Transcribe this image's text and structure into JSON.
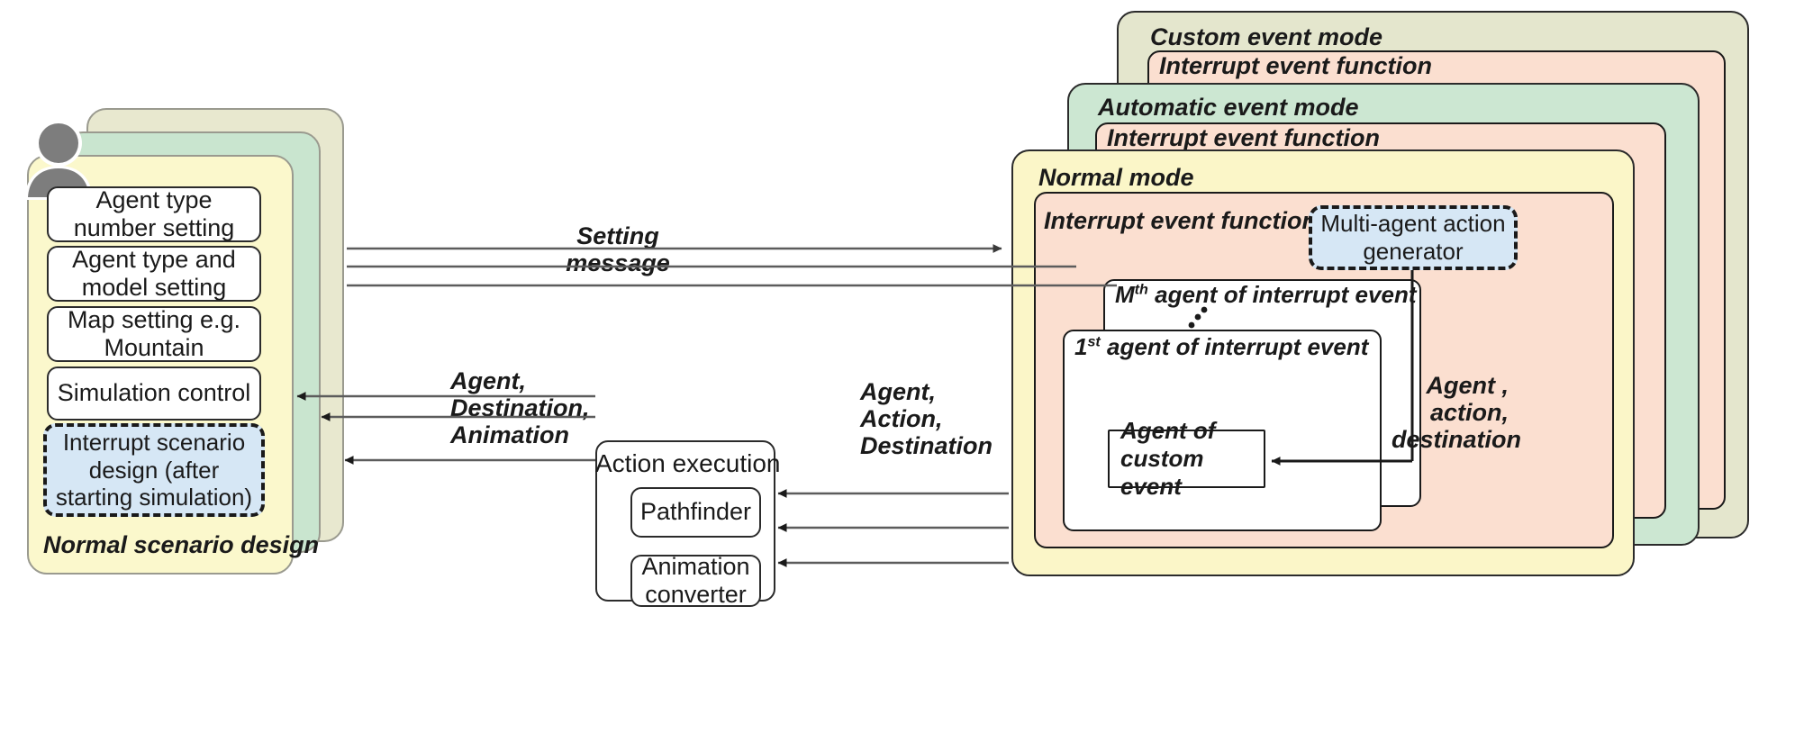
{
  "left_scenario": {
    "caption": "Normal scenario design",
    "avatar_icon": "user-avatar-icon",
    "items": [
      {
        "label": "Agent type number setting"
      },
      {
        "label": "Agent type and model setting"
      },
      {
        "label": "Map setting e.g. Mountain"
      },
      {
        "label": "Simulation control"
      }
    ],
    "dashed_item": {
      "label": "Interrupt scenario design  (after starting simulation)"
    }
  },
  "middle": {
    "title": "Action execution",
    "children": [
      {
        "label": "Pathfinder"
      },
      {
        "label": "Animation converter"
      }
    ]
  },
  "right_stack": {
    "custom_mode": {
      "label": "Custom event mode",
      "function_label": "Interrupt event function"
    },
    "automatic_mode": {
      "label": "Automatic event mode",
      "function_label": "Interrupt event function"
    },
    "normal_mode": {
      "label": "Normal mode",
      "function_label": "Interrupt event function",
      "generator": {
        "label": "Multi-agent action generator"
      },
      "agent_m": {
        "label_main": "agent of interrupt event",
        "label_index": "M",
        "label_sup": "th"
      },
      "agent_1": {
        "label_main": "agent of interrupt event",
        "label_index": "1",
        "label_sup": "st"
      },
      "custom_agent": {
        "line1": "Agent of",
        "line2": "custom event"
      },
      "inner_edge_label": {
        "line1": "Agent ,",
        "line2": "action,",
        "line3": "destination"
      }
    }
  },
  "edges": {
    "setting_message": {
      "line1": "Setting",
      "line2": "message"
    },
    "to_left": {
      "line1": "Agent,",
      "line2": "Destination,",
      "line3": "Animation"
    },
    "to_middle": {
      "line1": "Agent,",
      "line2": "Action,",
      "line3": "Destination"
    }
  },
  "colors": {
    "khaki": "#e8e8cf",
    "green": "#c9e5cf",
    "yellow": "#fbf8cc",
    "peach": "#fbdfd0",
    "lightblue": "#d6e7f5",
    "stroke": "#1a1a1a",
    "softstroke": "#9a9a8f"
  }
}
